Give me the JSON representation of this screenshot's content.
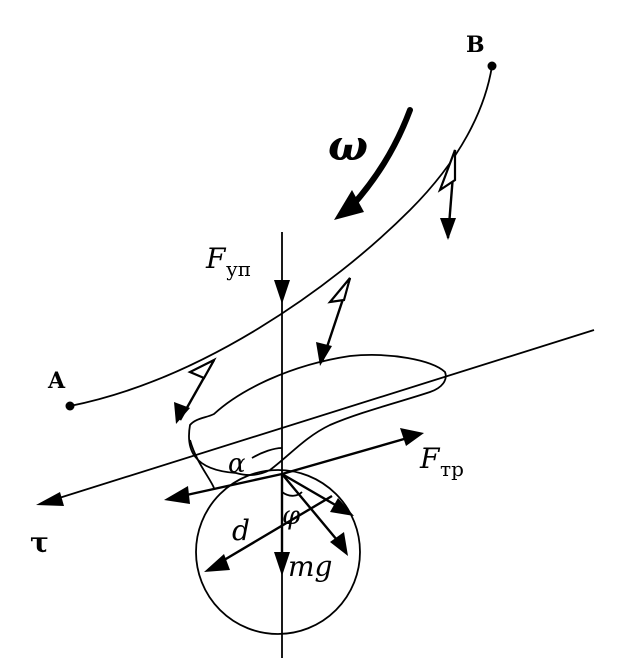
{
  "diagram": {
    "labels": {
      "point_a": "A",
      "point_b": "B",
      "omega": "ω",
      "f_up_main": "F",
      "f_up_sub": "уп",
      "f_tr_main": "F",
      "f_tr_sub": "тр",
      "alpha": "α",
      "tau": "τ",
      "phi": "φ",
      "d": "d",
      "mg": "mg"
    }
  }
}
